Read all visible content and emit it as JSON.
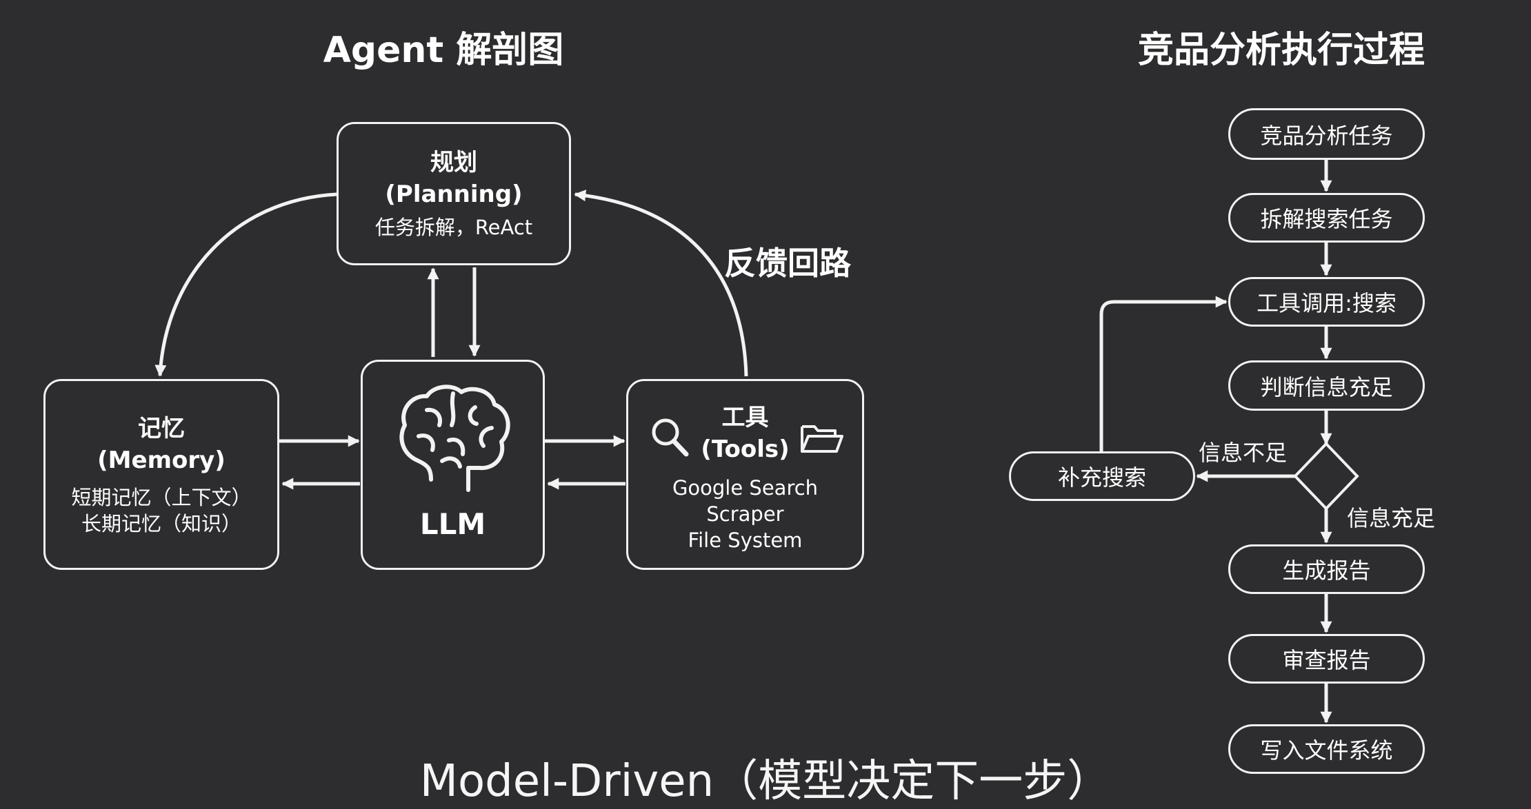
{
  "left": {
    "title": "Agent 解剖图",
    "planning": {
      "name": "规划",
      "en": "(Planning)",
      "desc": "任务拆解，ReAct"
    },
    "memory": {
      "name": "记忆",
      "en": "(Memory)",
      "line1": "短期记忆（上下文）",
      "line2": "长期记忆（知识）"
    },
    "llm": {
      "label": "LLM",
      "icon": "brain-icon"
    },
    "tools": {
      "name": "工具",
      "en": "(Tools)",
      "items": [
        "Google Search",
        "Scraper",
        "File System"
      ],
      "search_icon": "search-icon",
      "folder_icon": "folder-icon"
    },
    "feedback_label": "反馈回路"
  },
  "right": {
    "title": "竞品分析执行过程",
    "steps": [
      "竞品分析任务",
      "拆解搜索任务",
      "工具调用:搜索",
      "判断信息充足"
    ],
    "decision": {
      "no": "信息不足",
      "yes": "信息充足"
    },
    "supplement": "补充搜索",
    "steps_after": [
      "生成报告",
      "审查报告",
      "写入文件系统"
    ]
  },
  "caption": "Model-Driven（模型决定下一步）"
}
